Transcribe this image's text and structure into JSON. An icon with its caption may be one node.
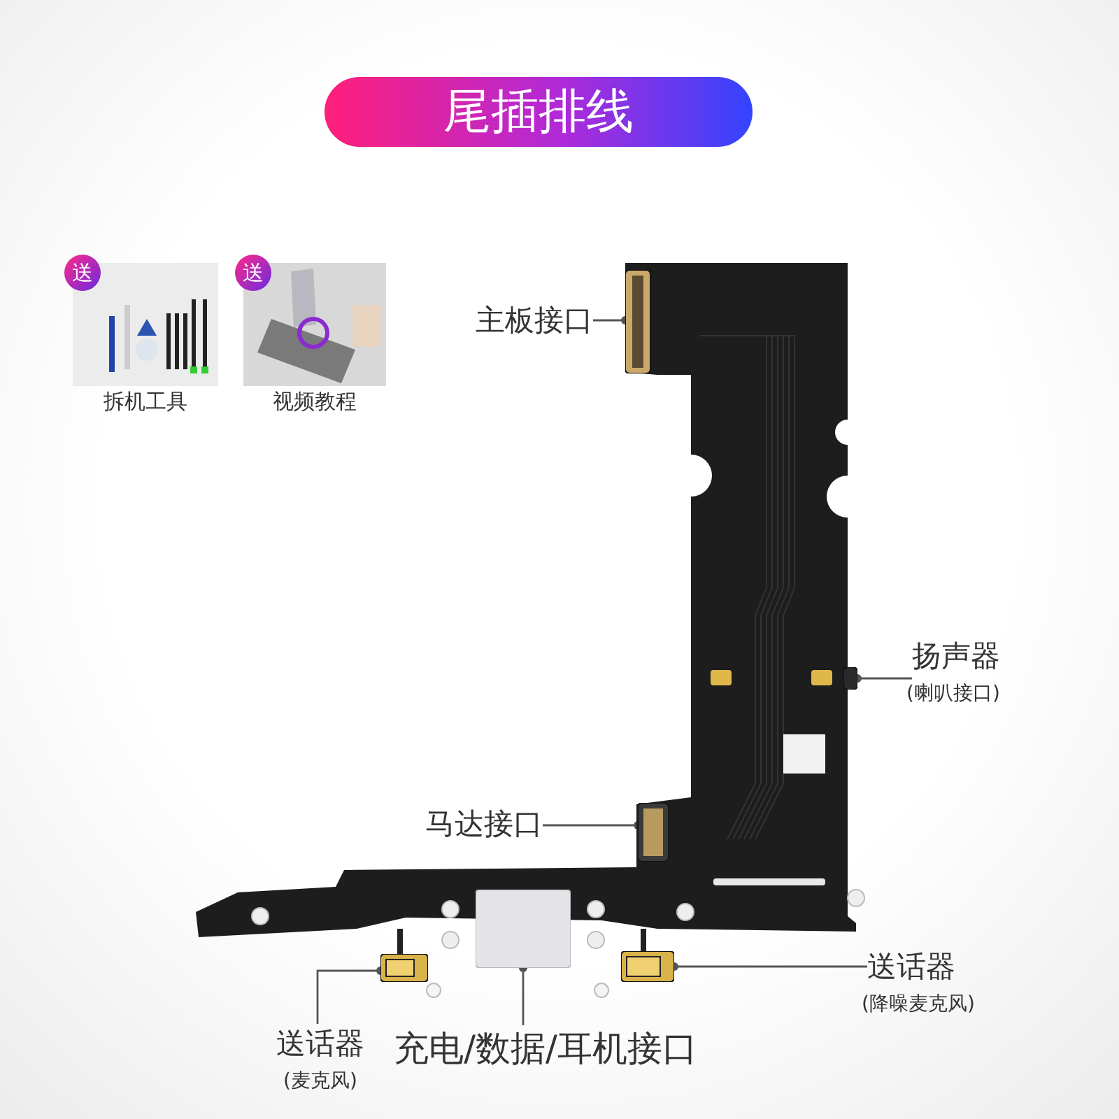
{
  "diagram": {
    "nodes": [
      {
        "text": [
          "尾插排线"
        ]
      },
      {
        "text": [
          "送",
          "拆机工具"
        ]
      },
      {
        "text": [
          "送",
          "视频教程"
        ]
      },
      {
        "text": [],
        "shape": "picture"
      },
      {
        "text": [],
        "shape": "box",
        "in": 3
      },
      {
        "text": [],
        "shape": "box",
        "in": 3
      },
      {
        "text": [],
        "shape": "box",
        "in": 3
      },
      {
        "text": [],
        "shape": "box"
      },
      {
        "text": [],
        "shape": "box",
        "in": 3
      },
      {
        "text": [],
        "shape": "box"
      },
      {
        "text": [
          "主板接口"
        ]
      },
      {
        "text": [
          "扬声器",
          "(喇叭接口)"
        ]
      },
      {
        "text": [
          "马达接口"
        ]
      },
      {
        "text": [
          "送话器",
          "(麦克风)"
        ]
      },
      {
        "text": [
          "充电/数据/耳机接口"
        ]
      },
      {
        "text": [
          "送话器",
          "(降噪麦克风)"
        ]
      }
    ],
    "edges": [
      {
        "from": 10,
        "to": 4,
        "arrow": "other"
      },
      {
        "from": 11,
        "to": 5,
        "arrow": "other"
      },
      {
        "from": 12,
        "to": 6,
        "arrow": "other"
      },
      {
        "from": 13,
        "to": 7,
        "arrow": "other"
      },
      {
        "from": 14,
        "to": 8,
        "arrow": "other"
      },
      {
        "from": 15,
        "to": 9,
        "arrow": "other"
      }
    ]
  }
}
